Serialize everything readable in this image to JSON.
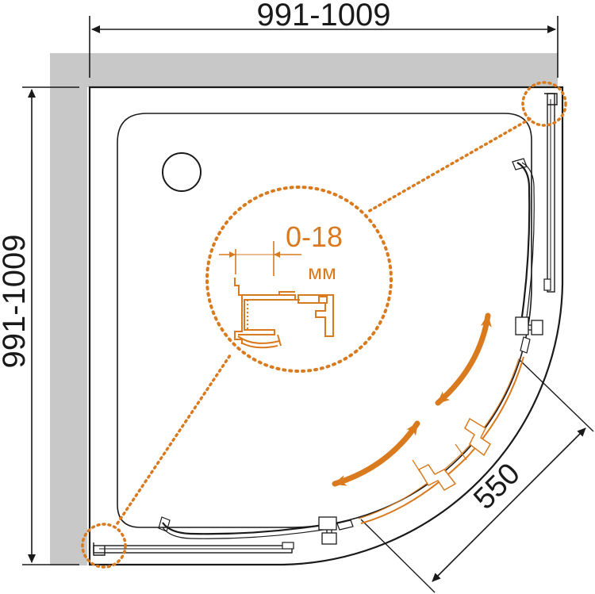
{
  "dimensions": {
    "width_label": "991-1009",
    "height_label": "991-1009",
    "door_label": "550"
  },
  "detail": {
    "gap_value": "0-18",
    "gap_unit": "мм"
  },
  "colors": {
    "accent": "#d97a1e",
    "line": "#1a1a1a",
    "wall": "#c8c8c8",
    "background": "#ffffff"
  }
}
